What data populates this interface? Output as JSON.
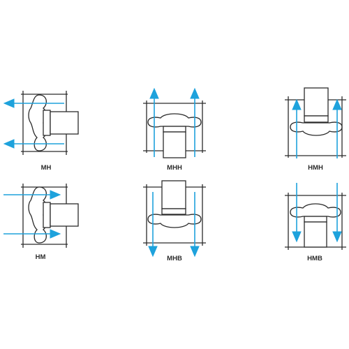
{
  "colors": {
    "line": "#2b2b2b",
    "arrow": "#1ea2dc",
    "background": "#ffffff"
  },
  "variants": [
    {
      "id": "mh",
      "label": "MH",
      "orientation": "horizontal",
      "arrow_direction": "left"
    },
    {
      "id": "mhh",
      "label": "MHH",
      "orientation": "vertical",
      "arrow_direction": "up"
    },
    {
      "id": "hmh",
      "label": "HMH",
      "orientation": "vertical",
      "arrow_direction": "up"
    },
    {
      "id": "hm",
      "label": "HM",
      "orientation": "horizontal",
      "arrow_direction": "right"
    },
    {
      "id": "mhb",
      "label": "MHB",
      "orientation": "vertical",
      "arrow_direction": "down"
    },
    {
      "id": "hmb",
      "label": "HMB",
      "orientation": "vertical",
      "arrow_direction": "down"
    }
  ]
}
